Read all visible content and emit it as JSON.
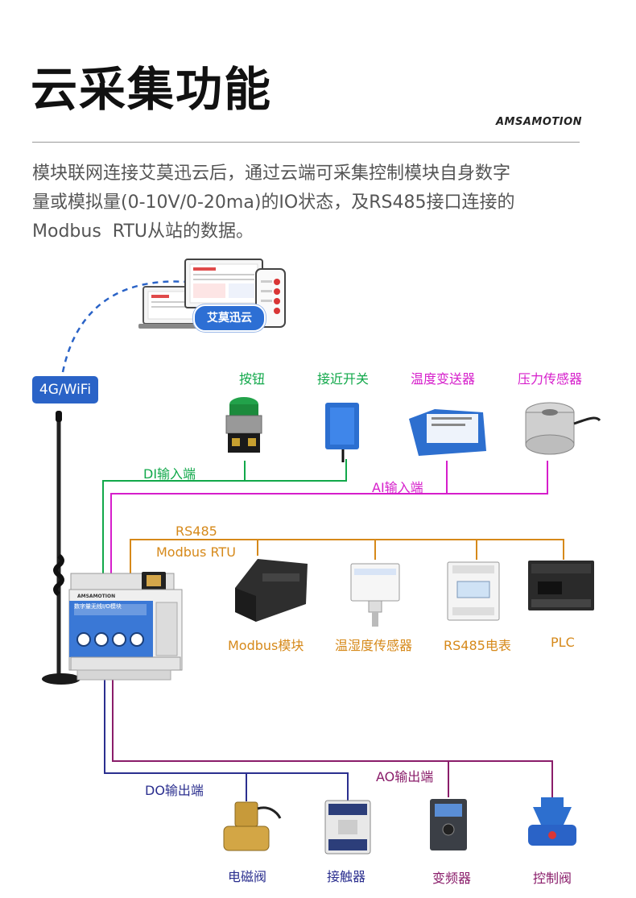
{
  "header": {
    "title": "云采集功能",
    "brand": "AMSAMOTION"
  },
  "description": {
    "lines": [
      "模块联网连接艾莫迅云后，通过云端可采集控制模块自身数字",
      "量或模拟量(0-10V/0-20ma)的IO状态，及RS485接口连接的",
      "Modbus  RTU从站的数据。"
    ]
  },
  "cloud": {
    "tag": "艾莫迅云"
  },
  "network": {
    "badge": "4G/WiFi"
  },
  "module": {
    "brand": "AMSAMOTION",
    "name": "数字量无线I/O模块"
  },
  "di": {
    "label": "DI输入端",
    "devices": [
      "按钮",
      "接近开关"
    ]
  },
  "ai": {
    "label": "AI输入端",
    "devices": [
      "温度变送器",
      "压力传感器"
    ]
  },
  "rs485": {
    "label": "RS485",
    "sublabel": "Modbus RTU",
    "devices": [
      "Modbus模块",
      "温湿度传感器",
      "RS485电表",
      "PLC"
    ]
  },
  "do": {
    "label": "DO输出端",
    "devices": [
      "电磁阀",
      "接触器"
    ]
  },
  "ao": {
    "label": "AO输出端",
    "devices": [
      "变频器",
      "控制阀"
    ]
  },
  "colors": {
    "di": "#11a84a",
    "ai": "#d61ecb",
    "rs485": "#d6891a",
    "do": "#2b2f8f",
    "ao": "#8a1d6a",
    "accent": "#2a63c7"
  }
}
